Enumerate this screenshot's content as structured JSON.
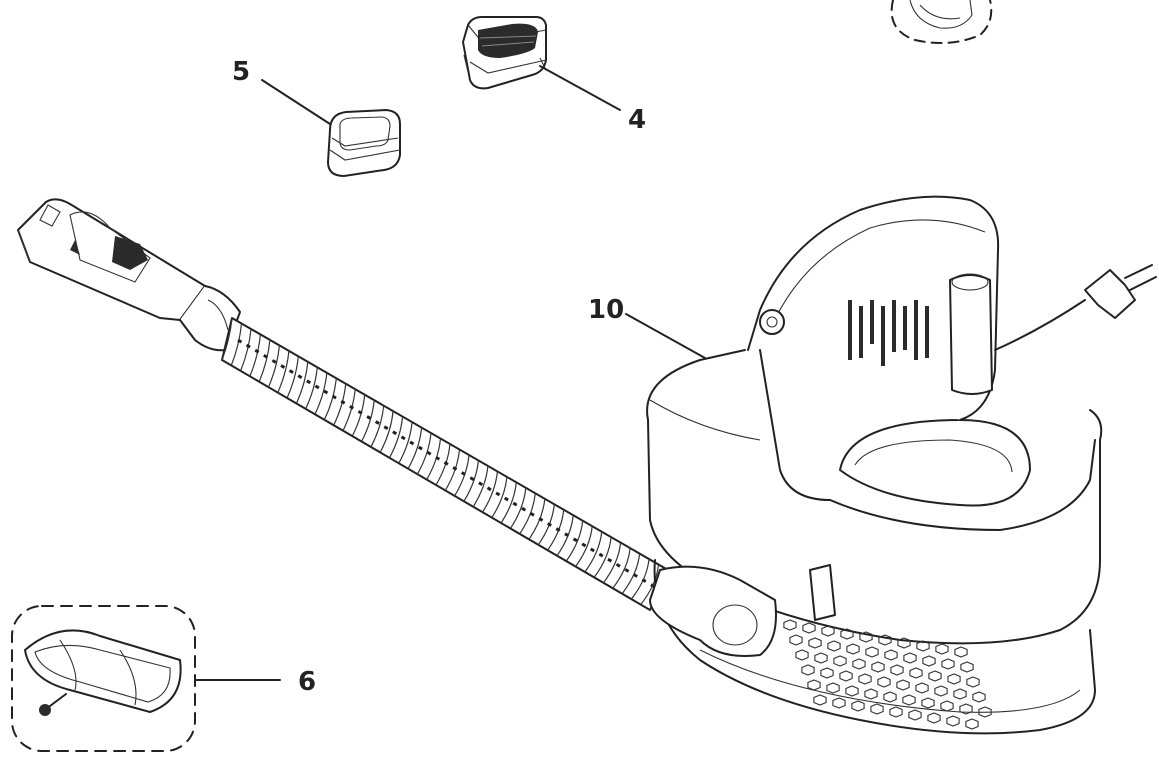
{
  "callouts": {
    "part_4": "4",
    "part_5": "5",
    "part_6": "6",
    "part_10": "10"
  }
}
